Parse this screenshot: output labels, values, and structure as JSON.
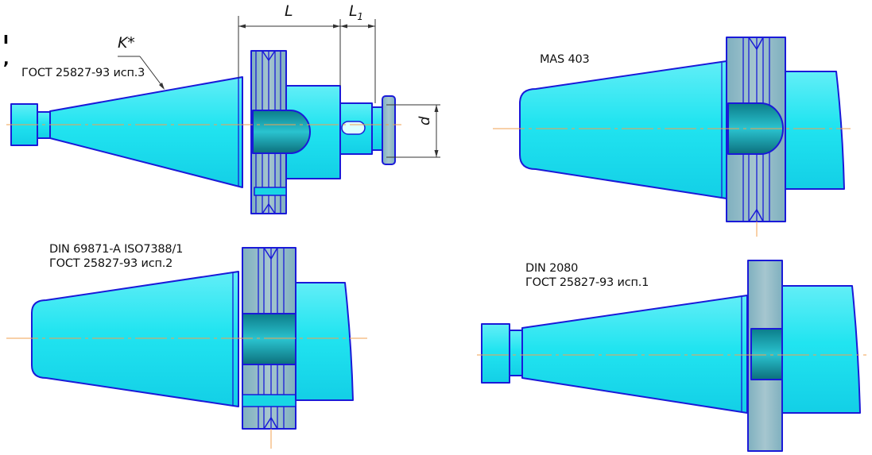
{
  "views": {
    "top_left": {
      "label": "ГОСТ 25827-93 исп.3",
      "dim_K": "K*",
      "dim_L": "L",
      "dim_L1": "L",
      "dim_L1_sub": "1",
      "dim_d": "d"
    },
    "top_right": {
      "label": "MAS 403"
    },
    "bottom_left": {
      "label_line1": "DIN 69871-A ISO7388/1",
      "label_line2": "ГОСТ 25827-93 исп.2"
    },
    "bottom_right": {
      "label_line1": "DIN 2080",
      "label_line2": "ГОСТ 25827-93 исп.1"
    }
  },
  "margin_marks": {
    "mark1": "ı",
    "mark2": ","
  },
  "colors": {
    "outline": "#1a1ad8",
    "body_fill": "#19e6f0",
    "body_fill_light": "#8ff5fb",
    "flange_fill": "#8fb8c3",
    "centerline": "#f0a050",
    "dim_line": "#333333"
  }
}
